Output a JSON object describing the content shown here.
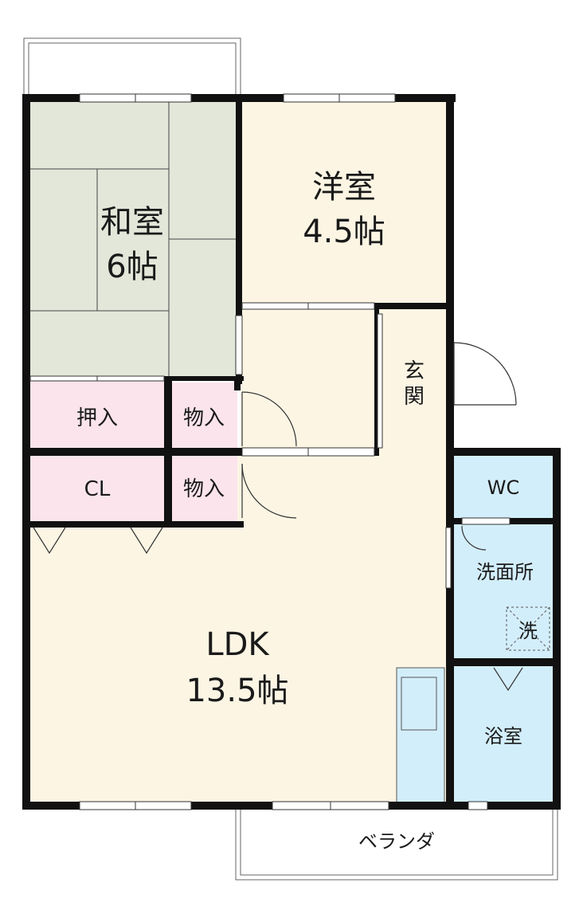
{
  "rooms": {
    "washitsu": {
      "name": "和室",
      "size": "6帖"
    },
    "youshitsu": {
      "name": "洋室",
      "size": "4.5帖"
    },
    "ldk": {
      "name": "LDK",
      "size": "13.5帖"
    },
    "genkan": {
      "line1": "玄",
      "line2": "関"
    },
    "oshiire": {
      "name": "押入"
    },
    "monoire_upper": {
      "name": "物入"
    },
    "monoire_lower": {
      "name": "物入"
    },
    "closet": {
      "name": "CL"
    },
    "wc": {
      "name": "WC"
    },
    "senmenjo": {
      "name": "洗面所"
    },
    "washer": {
      "name": "洗"
    },
    "bathroom": {
      "name": "浴室"
    },
    "veranda": {
      "name": "ベランダ"
    }
  },
  "colors": {
    "wall": "#111111",
    "tatami": "#e2e7d9",
    "floor": "#fcf5e4",
    "storage": "#fbe4ec",
    "wet": "#d3eefb"
  }
}
